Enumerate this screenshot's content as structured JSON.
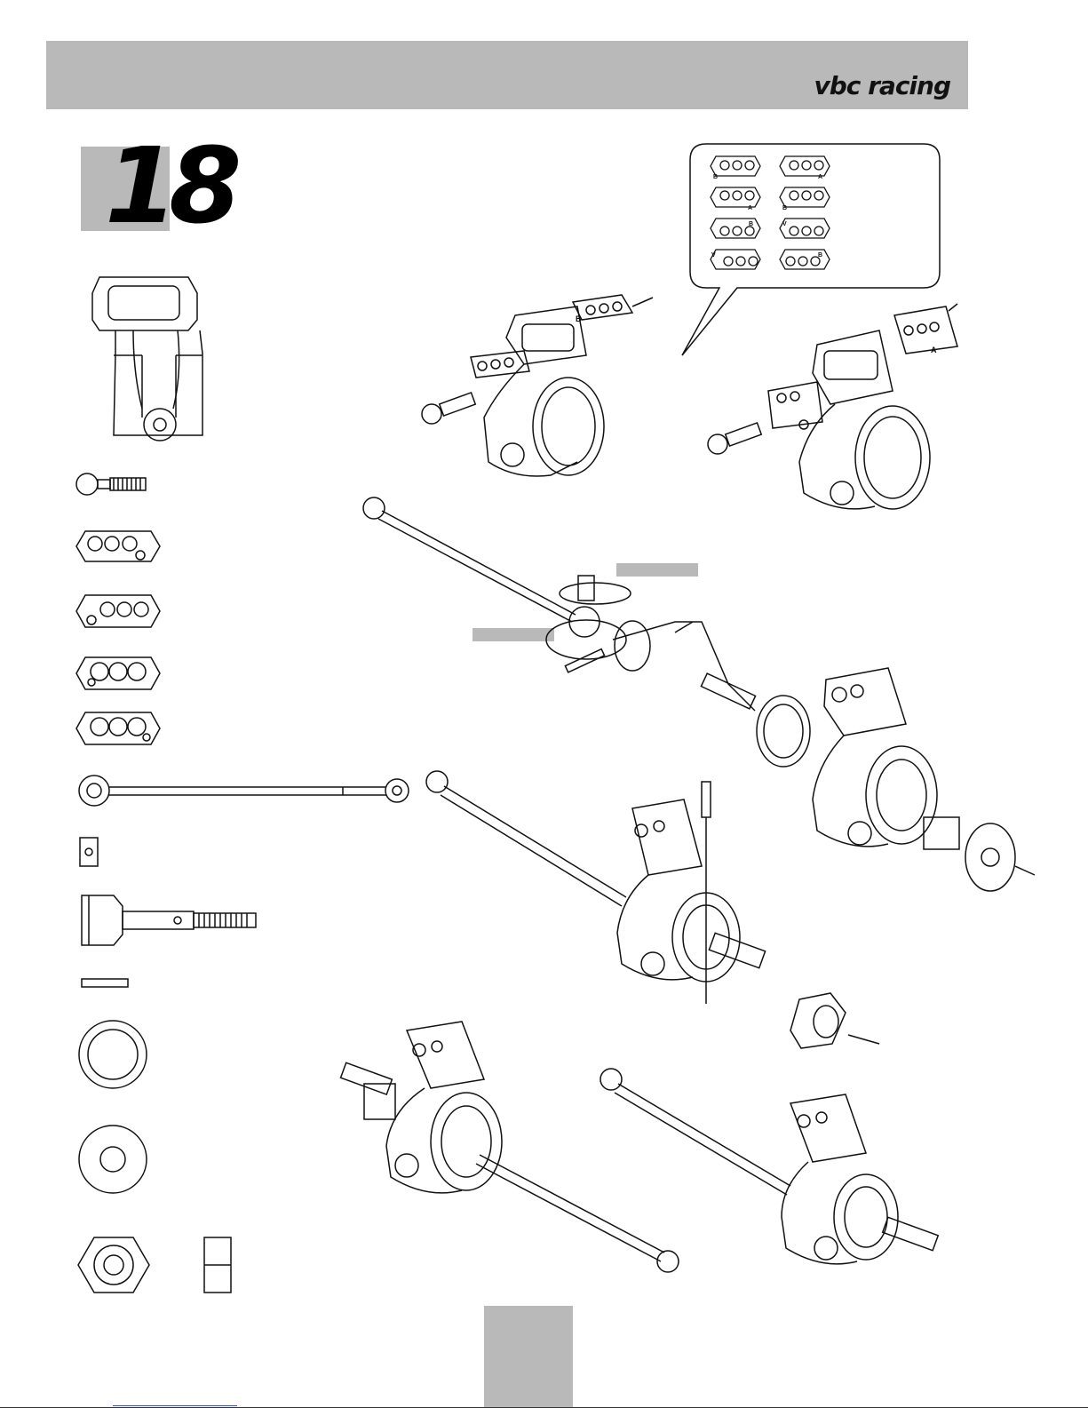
{
  "header": {
    "brand": "vbc racing",
    "band_color": "#b9b9b9"
  },
  "step": {
    "number": "18"
  },
  "hole_chart_labels": {
    "left_column": [
      "B",
      "A",
      "B",
      "V"
    ],
    "right_column": [
      "A",
      "B",
      "V",
      "B"
    ]
  },
  "assembly_markers": {
    "plate_rear_b": "B",
    "plate_rear_a": "A"
  },
  "colors": {
    "line": "#111111",
    "fill_grey": "#b9b9b9",
    "link": "#2a4fd6"
  },
  "icons": [
    "hub-carrier-icon",
    "ball-stud-icon",
    "hole-plate-icon",
    "drive-shaft-icon",
    "pin-icon",
    "bearing-icon",
    "wheel-hex-icon"
  ]
}
